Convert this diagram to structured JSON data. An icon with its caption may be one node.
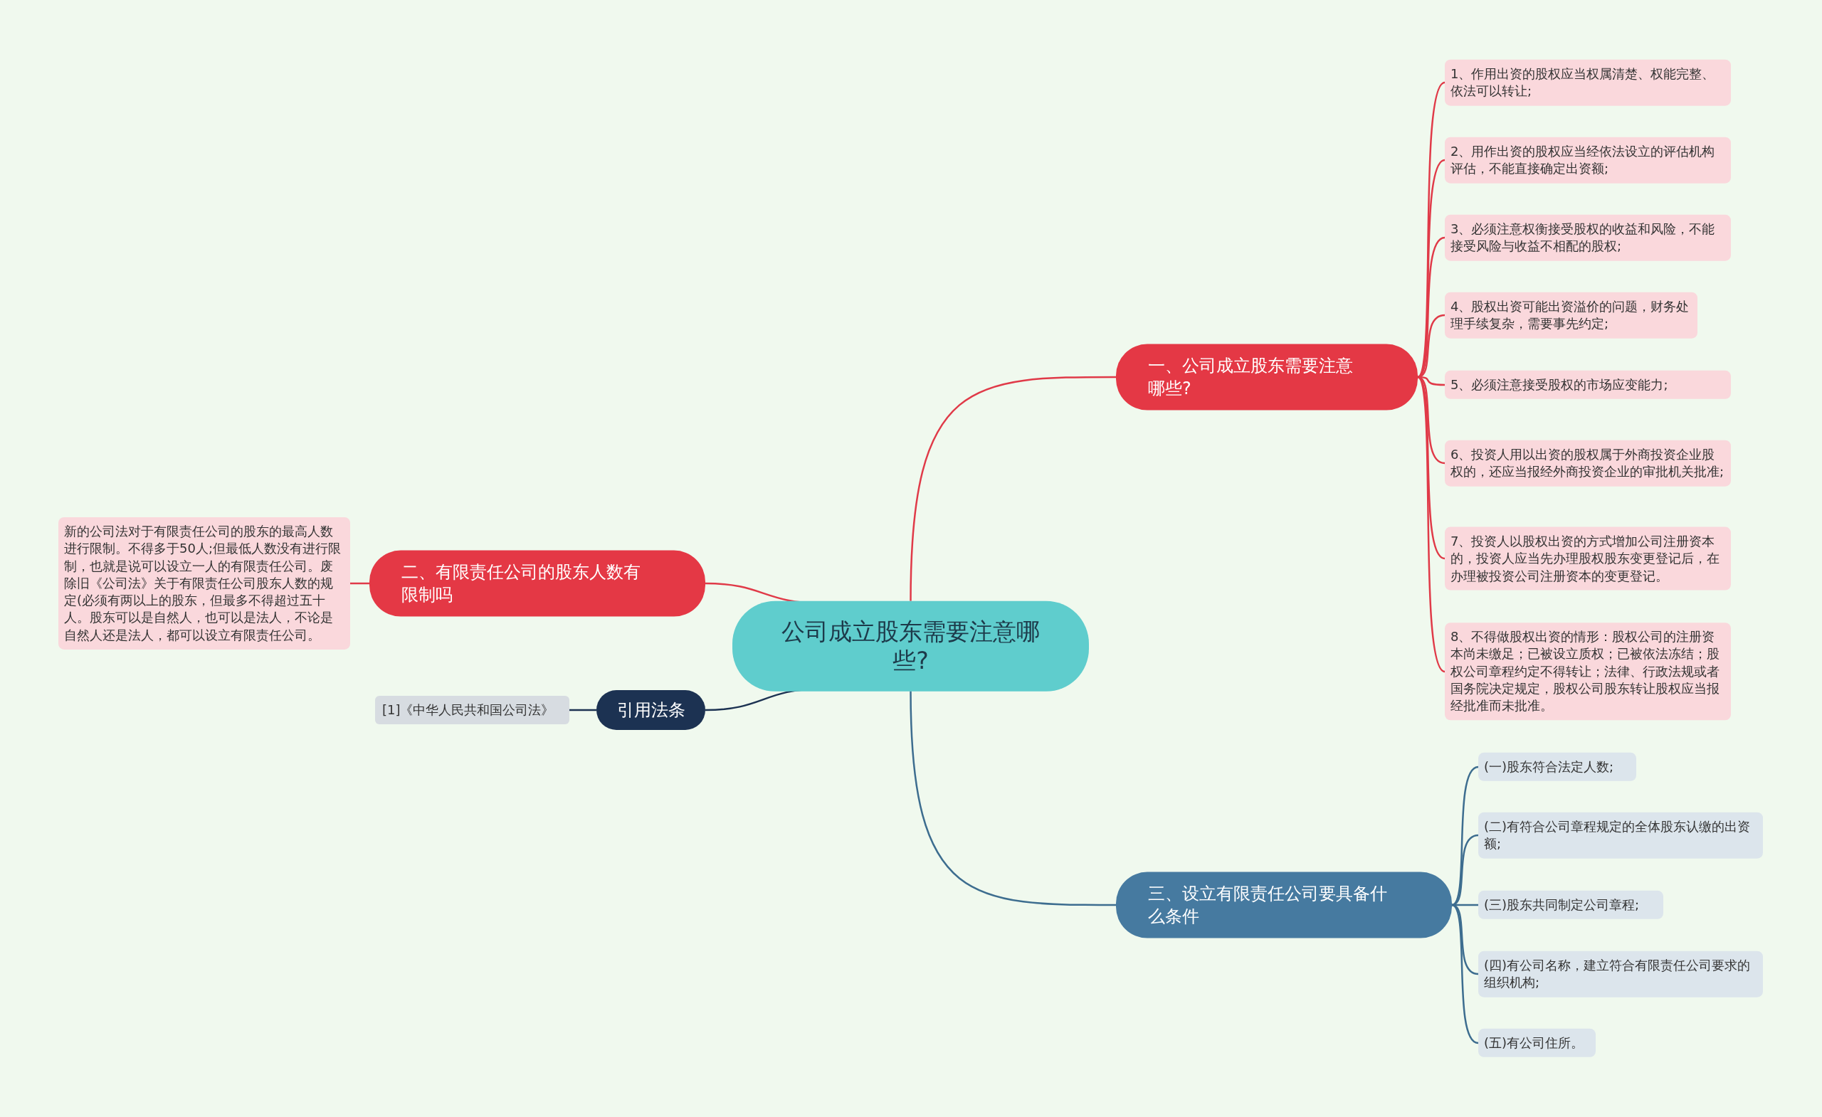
{
  "diagram": {
    "nodes": [
      {
        "text": [
          "公司成立股东需要注意哪些?"
        ]
      },
      {
        "text": [
          "一、公司成立股东需要注意哪些?"
        ]
      },
      {
        "text": [
          "1、作用出资的股权应当权属清楚、权能完整、依法可以转让;"
        ]
      },
      {
        "text": [
          "2、用作出资的股权应当经依法设立的评估机构评估，不能直接确定出资额;"
        ]
      },
      {
        "text": [
          "3、必须注意权衡接受股权的收益和风险，不能接受风险与收益不相配的股权;"
        ]
      },
      {
        "text": [
          "4、股权出资可能出资溢价的问题，财务处理手续复杂，需要事先约定;"
        ]
      },
      {
        "text": [
          "5、必须注意接受股权的市场应变能力;"
        ]
      },
      {
        "text": [
          "6、投资人用以出资的股权属于外商投资企业股权的，还应当报经外商投资企业的审批机关批准;"
        ]
      },
      {
        "text": [
          "7、投资人以股权出资的方式增加公司注册资本的，投资人应当先办理股权股东变更登记后，在办理被投资公司注册资本的变更登记。"
        ]
      },
      {
        "text": [
          "8、不得做股权出资的情形：股权公司的注册资本尚未缴足；已被设立质权；已被依法冻结；股权公司章程约定不得转让；法律、行政法规或者国务院决定规定，股权公司股东转让股权应当报经批准而未批准。"
        ]
      },
      {
        "text": [
          "二、有限责任公司的股东人数有限制吗"
        ]
      },
      {
        "text": [
          "新的公司法对于有限责任公司的股东的最高人数进行限制。不得多于50人;但最低人数没有进行限制，也就是说可以设立一人的有限责任公司。废除旧《公司法》关于有限责任公司股东人数的规定(必须有两以上的股东，但最多不得超过五十人。股东可以是自然人，也可以是法人，不论是自然人还是法人，都可以设立有限责任公司。"
        ]
      },
      {
        "text": [
          "引用法条"
        ]
      },
      {
        "text": [
          "[1]《中华人民共和国公司法》"
        ]
      },
      {
        "text": [
          "三、设立有限责任公司要具备什么条件"
        ]
      },
      {
        "text": [
          "(一)股东符合法定人数;"
        ]
      },
      {
        "text": [
          "(二)有符合公司章程规定的全体股东认缴的出资额;"
        ]
      },
      {
        "text": [
          "(三)股东共同制定公司章程;"
        ]
      },
      {
        "text": [
          "(四)有公司名称，建立符合有限责任公司要求的组织机构;"
        ]
      },
      {
        "text": [
          "(五)有公司住所。"
        ]
      }
    ],
    "edges": [
      {
        "from": 0,
        "to": 1,
        "arrow": "none"
      },
      {
        "from": 1,
        "to": 2,
        "arrow": "none"
      },
      {
        "from": 1,
        "to": 3,
        "arrow": "none"
      },
      {
        "from": 1,
        "to": 4,
        "arrow": "none"
      },
      {
        "from": 1,
        "to": 5,
        "arrow": "none"
      },
      {
        "from": 1,
        "to": 6,
        "arrow": "none"
      },
      {
        "from": 1,
        "to": 7,
        "arrow": "none"
      },
      {
        "from": 1,
        "to": 8,
        "arrow": "none"
      },
      {
        "from": 1,
        "to": 9,
        "arrow": "none"
      },
      {
        "from": 0,
        "to": 10,
        "arrow": "none"
      },
      {
        "from": 10,
        "to": 11,
        "arrow": "none"
      },
      {
        "from": 0,
        "to": 12,
        "arrow": "none",
        "color": "#1c3252"
      },
      {
        "from": 12,
        "to": 13,
        "arrow": "none",
        "color": "#1c3252"
      },
      {
        "from": 0,
        "to": 14,
        "arrow": "none",
        "color": "#3d6d8f"
      },
      {
        "from": 14,
        "to": 15,
        "arrow": "none",
        "color": "#3d6d8f"
      },
      {
        "from": 14,
        "to": 16,
        "arrow": "none",
        "color": "#3d6d8f"
      },
      {
        "from": 14,
        "to": 17,
        "arrow": "none",
        "color": "#3d6d8f"
      },
      {
        "from": 14,
        "to": 18,
        "arrow": "none",
        "color": "#3d6d8f"
      },
      {
        "from": 14,
        "to": 19,
        "arrow": "none",
        "color": "#3d6d8f"
      }
    ]
  }
}
